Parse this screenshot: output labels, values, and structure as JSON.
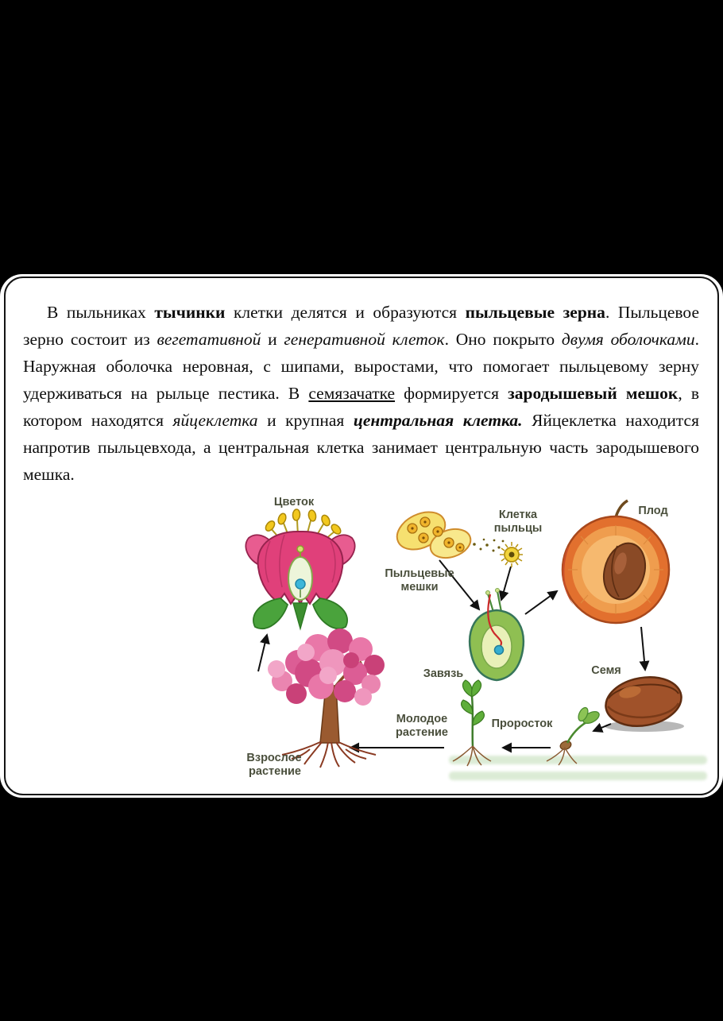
{
  "colors": {
    "page_background": "#000000",
    "slide_background": "#ffffff",
    "slide_border": "#141414",
    "body_text": "#0d0d0d",
    "diagram_label": "#4a4f3c",
    "flower_pink": "#e0407a",
    "blossom_pink": "#e977a8",
    "leaf_green": "#4aa33c",
    "ovary_green": "#8fbf52",
    "fruit_orange": "#e2702e",
    "pit_brown": "#8a4a26",
    "seed_brown": "#a0522a",
    "pollen_yellow": "#f2d43c"
  },
  "paragraph": {
    "segments": [
      {
        "text": "В пыльниках ",
        "style": "n"
      },
      {
        "text": "тычинки",
        "style": "b"
      },
      {
        "text": " клетки делятся и образуются ",
        "style": "n"
      },
      {
        "text": "пыльцевые зерна",
        "style": "b"
      },
      {
        "text": ". Пыльцевое зерно состоит из ",
        "style": "n"
      },
      {
        "text": "вегетативной",
        "style": "i"
      },
      {
        "text": " и ",
        "style": "n"
      },
      {
        "text": "генеративной клеток",
        "style": "i"
      },
      {
        "text": ". Оно покрыто ",
        "style": "n"
      },
      {
        "text": "двумя оболочками",
        "style": "i"
      },
      {
        "text": ". Наружная оболочка неровная, с шипами, выростами, что помогает пыльцевому зерну удерживаться на рыльце пестика. В ",
        "style": "n"
      },
      {
        "text": "семязачатке",
        "style": "u"
      },
      {
        "text": " формируется ",
        "style": "n"
      },
      {
        "text": "зародышевый мешок",
        "style": "b"
      },
      {
        "text": ", в котором находятся ",
        "style": "n"
      },
      {
        "text": "яйцеклетка",
        "style": "i"
      },
      {
        "text": " и крупная ",
        "style": "n"
      },
      {
        "text": "центральная клетка.",
        "style": "bi"
      },
      {
        "text": " Яйцеклетка находится напротив пыльцевхода, а центральная клетка занимает центральную часть зародышевого мешка.",
        "style": "n"
      }
    ]
  },
  "diagram": {
    "labels": {
      "flower": "Цветок",
      "pollen_sacs_line1": "Пыльцевые",
      "pollen_sacs_line2": "мешки",
      "pollen_cell_line1": "Клетка",
      "pollen_cell_line2": "пыльцы",
      "fruit": "Плод",
      "ovary": "Завязь",
      "seed": "Семя",
      "young_plant_line1": "Молодое",
      "young_plant_line2": "растение",
      "seedling": "Проросток",
      "adult_plant_line1": "Взрослое",
      "adult_plant_line2": "растение"
    }
  }
}
